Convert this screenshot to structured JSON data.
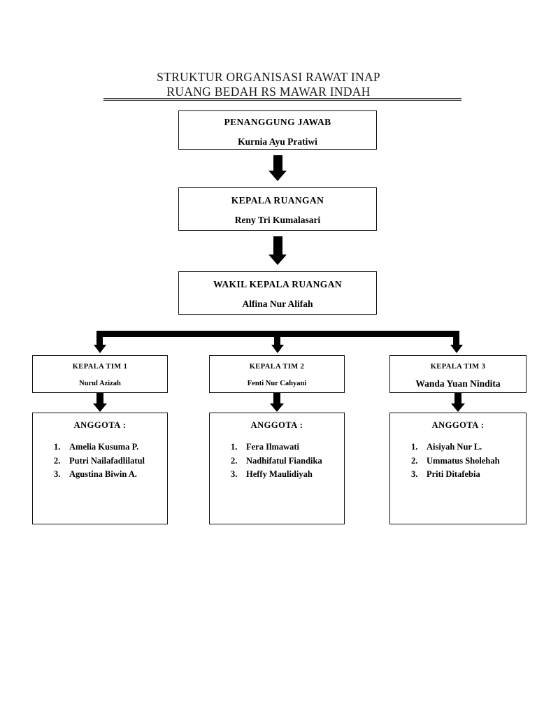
{
  "document": {
    "title_lines": [
      "STRUKTUR ORGANISASI RAWAT INAP",
      "RUANG BEDAH RS MAWAR INDAH"
    ]
  },
  "chart_nodes": {
    "penanggung_jawab": {
      "role": "PENANGGUNG JAWAB",
      "name": "Kurnia Ayu Pratiwi"
    },
    "kepala_ruangan": {
      "role": "KEPALA RUANGAN",
      "name": "Reny Tri Kumalasari"
    },
    "wakil_kepala_ruangan": {
      "role": "WAKIL KEPALA RUANGAN",
      "name": "Alfina Nur Alifah"
    },
    "teams": [
      {
        "role": "KEPALA TIM 1",
        "name": "Nurul Azizah",
        "members_label": "ANGGOTA :",
        "members": [
          {
            "index": "1.",
            "name": "Amelia Kusuma P."
          },
          {
            "index": "2.",
            "name": "Putri Nailafadlilatul"
          },
          {
            "index": "3.",
            "name": "Agustina Biwin A."
          }
        ]
      },
      {
        "role": "KEPALA TIM 2",
        "name": "Fenti Nur Cahyani",
        "members_label": "ANGGOTA :",
        "members": [
          {
            "index": "1.",
            "name": "Fera Ilmawati"
          },
          {
            "index": "2.",
            "name": "Nadhifatul Fiandika"
          },
          {
            "index": "3.",
            "name": "Heffy Maulidiyah"
          }
        ]
      },
      {
        "role": "KEPALA TIM 3",
        "name": "Wanda Yuan Nindita",
        "members_label": "ANGGOTA :",
        "members": [
          {
            "index": "1.",
            "name": "Aisiyah Nur L."
          },
          {
            "index": "2.",
            "name": "Ummatus Sholehah"
          },
          {
            "index": "3.",
            "name": "Priti Ditafebia"
          }
        ]
      }
    ]
  },
  "colors": {
    "ink": "#000000",
    "paper": "#ffffff",
    "rule": "#4a4a4a"
  }
}
